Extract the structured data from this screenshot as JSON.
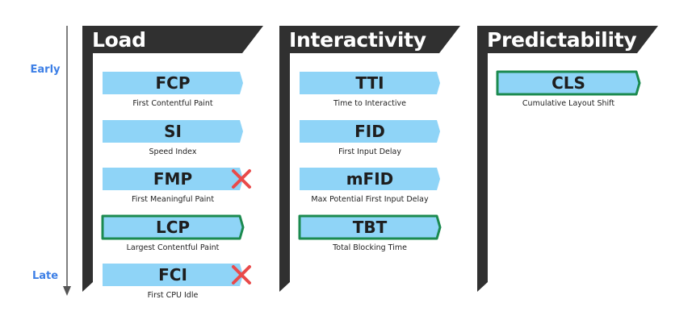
{
  "axis": {
    "early_label": "Early",
    "late_label": "Late"
  },
  "columns": [
    {
      "title": "Load",
      "metrics": [
        {
          "abbr": "FCP",
          "label": "First Contentful Paint",
          "highlight": false,
          "deprecated": false
        },
        {
          "abbr": "SI",
          "label": "Speed Index",
          "highlight": false,
          "deprecated": false
        },
        {
          "abbr": "FMP",
          "label": "First Meaningful Paint",
          "highlight": false,
          "deprecated": true
        },
        {
          "abbr": "LCP",
          "label": "Largest Contentful Paint",
          "highlight": true,
          "deprecated": false
        },
        {
          "abbr": "FCI",
          "label": "First CPU Idle",
          "highlight": false,
          "deprecated": true
        }
      ]
    },
    {
      "title": "Interactivity",
      "metrics": [
        {
          "abbr": "TTI",
          "label": "Time to Interactive",
          "highlight": false,
          "deprecated": false
        },
        {
          "abbr": "FID",
          "label": "First Input Delay",
          "highlight": false,
          "deprecated": false
        },
        {
          "abbr": "mFID",
          "label": "Max Potential First Input Delay",
          "highlight": false,
          "deprecated": false
        },
        {
          "abbr": "TBT",
          "label": "Total Blocking Time",
          "highlight": true,
          "deprecated": false
        }
      ]
    },
    {
      "title": "Predictability",
      "metrics": [
        {
          "abbr": "CLS",
          "label": "Cumulative Layout Shift",
          "highlight": true,
          "deprecated": false
        }
      ]
    }
  ],
  "colors": {
    "header": "#303030",
    "badge_fill": "#8fd4f7",
    "highlight_border": "#1b8a4f",
    "axis_label": "#3d7fe6",
    "x_mark": "#e94a4a"
  }
}
